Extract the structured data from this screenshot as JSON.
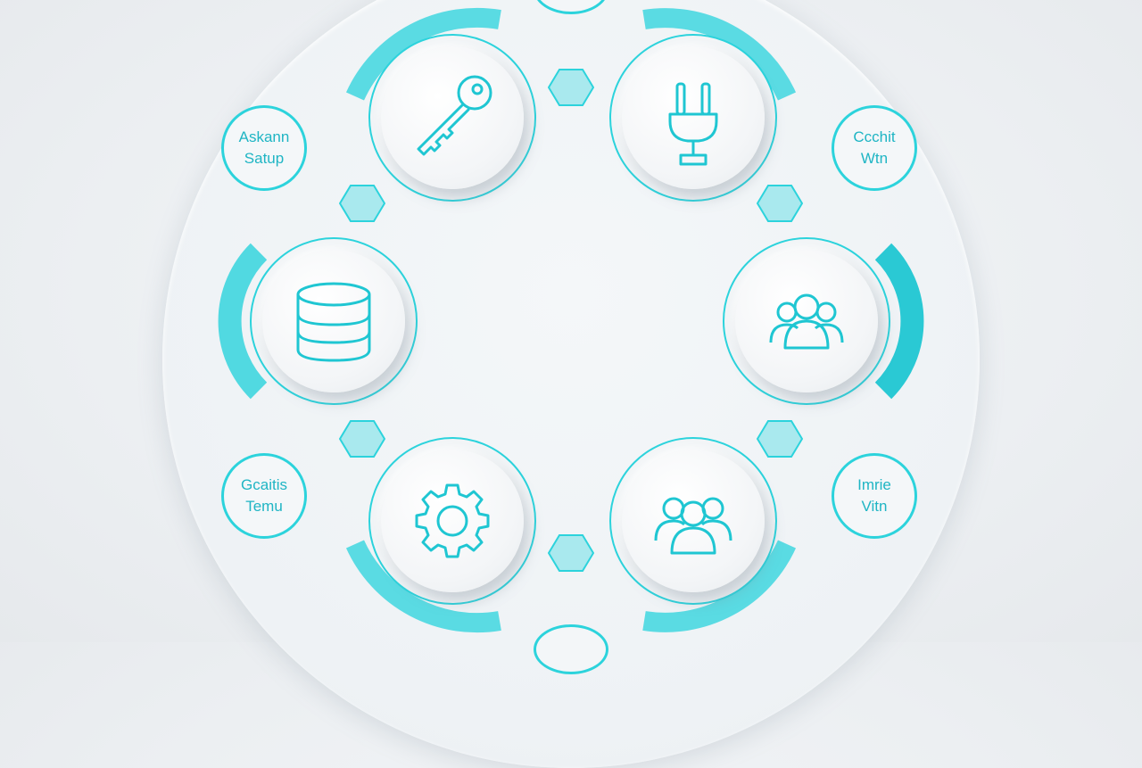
{
  "colors": {
    "accent": "#2cd3dc",
    "accent_dark": "#1fb5c4",
    "arc": "#3fd6df",
    "hex_fill": "#a9e9ee",
    "background": "#eceff2"
  },
  "nodes": [
    {
      "id": "key",
      "icon": "key-icon"
    },
    {
      "id": "plug",
      "icon": "plug-icon"
    },
    {
      "id": "database",
      "icon": "database-icon"
    },
    {
      "id": "team-right",
      "icon": "users-icon"
    },
    {
      "id": "settings",
      "icon": "gear-icon"
    },
    {
      "id": "team-bottom",
      "icon": "users-icon"
    }
  ],
  "badges": {
    "top_left": {
      "line1": "Askann",
      "line2": "Satup"
    },
    "top_right": {
      "line1": "Ccchit",
      "line2": "Wtn"
    },
    "bottom_left": {
      "line1": "Gcaitis",
      "line2": "Temu"
    },
    "bottom_right": {
      "line1": "Imrie",
      "line2": "Vitn"
    }
  }
}
